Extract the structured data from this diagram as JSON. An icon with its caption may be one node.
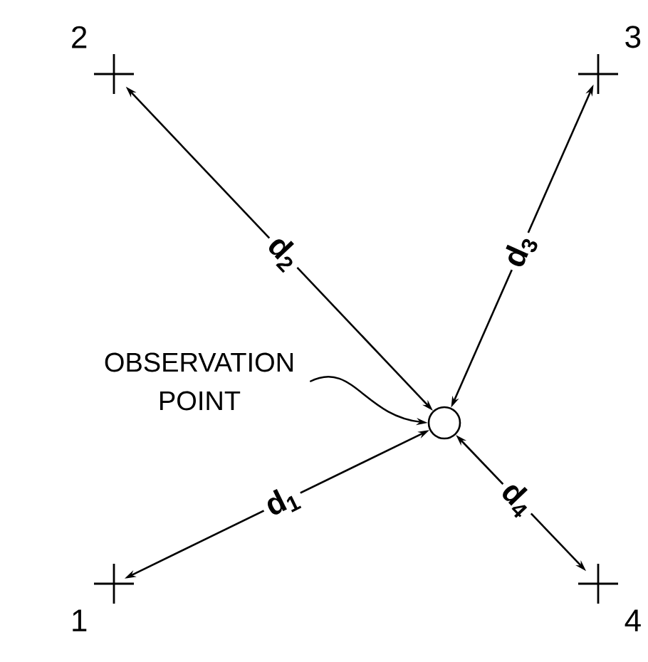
{
  "diagram": {
    "nodes": [
      {
        "text": [
          "2"
        ]
      },
      {
        "text": [
          "3"
        ]
      },
      {
        "text": [
          "OBSERVATION POINT"
        ]
      },
      {
        "text": [],
        "shape": "circle"
      },
      {
        "text": [
          "1"
        ]
      },
      {
        "text": [
          "4"
        ]
      }
    ],
    "edges": [
      {
        "from": 3,
        "to": 0,
        "arrow": "both",
        "label": "d$_{2}$"
      },
      {
        "from": 3,
        "to": 1,
        "arrow": "both",
        "label": "d$_{3}$"
      },
      {
        "from": 2,
        "to": 3,
        "arrow": "to"
      },
      {
        "from": 3,
        "to": 4,
        "arrow": "both",
        "label": "d$_{1}$"
      },
      {
        "from": 3,
        "to": 5,
        "arrow": "both",
        "label": "d$_{4}$"
      }
    ]
  }
}
